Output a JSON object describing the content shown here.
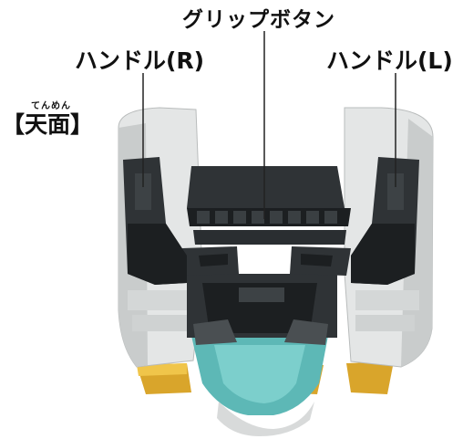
{
  "labels": {
    "grip_button": "グリップボタン",
    "handle_right": "ハンドル(R)",
    "handle_left": "ハンドル(L)",
    "top_view_ruby": "てんめん",
    "top_view": "【天面】"
  },
  "colors": {
    "white_shell": "#e4e6e6",
    "white_shadow": "#c3c6c6",
    "dark_part": "#2f3336",
    "darker_part": "#1c1f21",
    "teal_part": "#5db8b6",
    "gold_part": "#d9a52b",
    "leader_line": "#222222"
  }
}
